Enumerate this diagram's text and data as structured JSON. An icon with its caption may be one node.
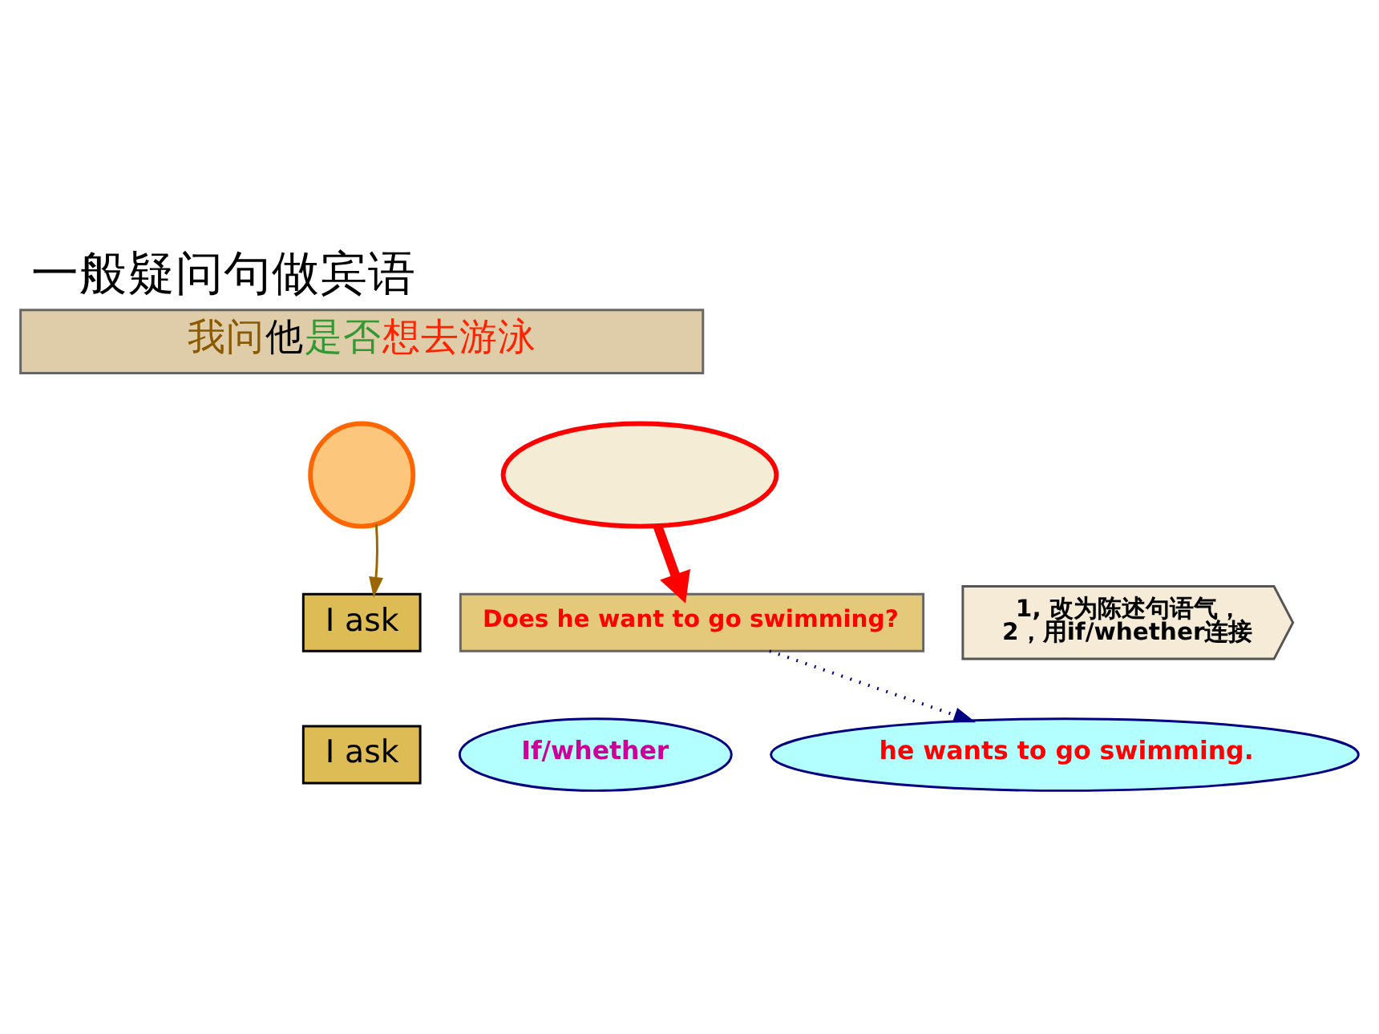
{
  "diagram": {
    "title": "一般疑问句做宾语",
    "nodes": [
      {
        "text": [
          "我问他是否想去游泳"
        ]
      },
      {
        "text": [],
        "shape": "circle"
      },
      {
        "text": [],
        "shape": "ellipse"
      },
      {
        "text": [
          "I ask"
        ]
      },
      {
        "text": [
          "Does he want to go swimming?"
        ]
      },
      {
        "text": [
          "1, 改为陈述句语气，",
          "2，用if/whether连接"
        ]
      },
      {
        "text": [
          "I ask"
        ]
      },
      {
        "text": [
          "If/whether"
        ]
      },
      {
        "text": [
          "he wants to go swimming."
        ]
      }
    ],
    "edges": [
      {
        "from": 1,
        "to": 3,
        "arrow": "to",
        "color": "#996600"
      },
      {
        "from": 2,
        "to": 4,
        "arrow": "to",
        "style": "thick",
        "color": "#ff0000"
      },
      {
        "from": 4,
        "to": 8,
        "arrow": "to",
        "style": "dashed",
        "color": "#000080"
      }
    ]
  }
}
